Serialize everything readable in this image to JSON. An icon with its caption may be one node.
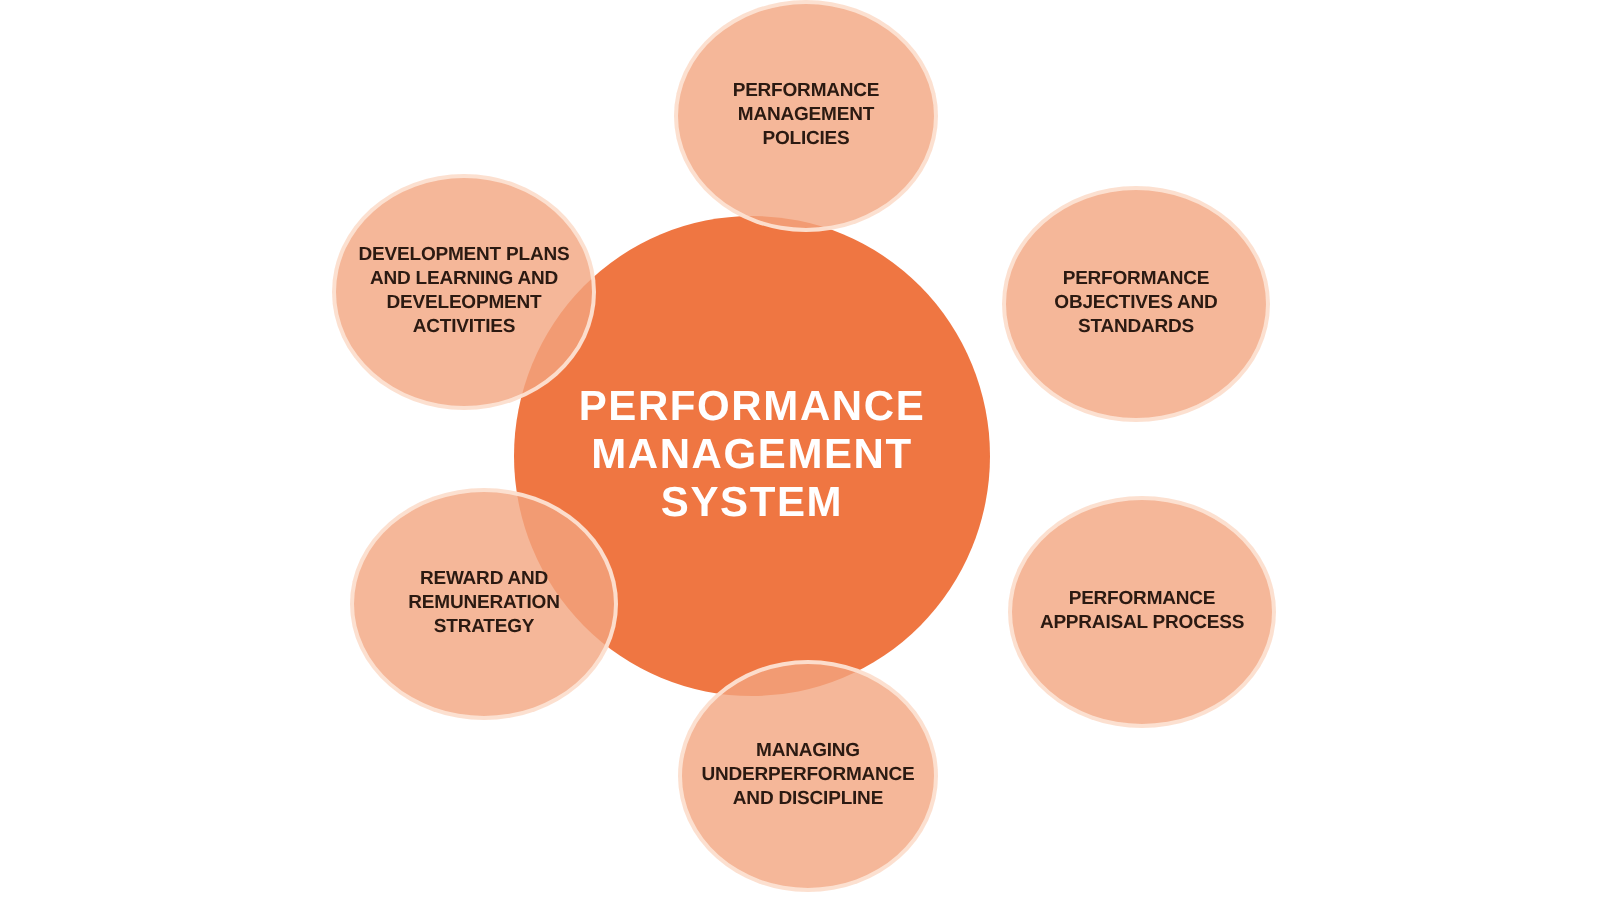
{
  "diagram": {
    "nodes": [
      {
        "text": [
          "PERFORMANCE MANAGEMENT SYSTEM"
        ]
      },
      {
        "text": [
          "PERFORMANCE MANAGEMENT POLICIES"
        ]
      },
      {
        "text": [
          "PERFORMANCE OBJECTIVES AND STANDARDS"
        ]
      },
      {
        "text": [
          "PERFORMANCE APPRAISAL PROCESS"
        ]
      },
      {
        "text": [
          "MANAGING UNDERPERFORMANCE AND DISCIPLINE"
        ]
      },
      {
        "text": [
          "REWARD AND REMUNERATION STRATEGY"
        ]
      },
      {
        "text": [
          "DEVELOPMENT PLANS AND LEARNING AND DEVELEOPMENT ACTIVITIES"
        ]
      }
    ],
    "edges": []
  }
}
